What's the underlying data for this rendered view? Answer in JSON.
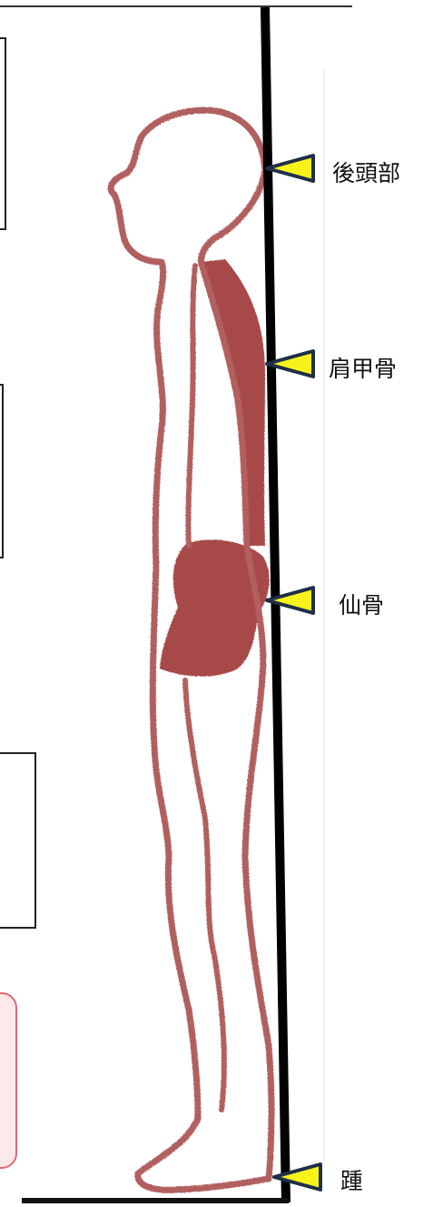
{
  "colors": {
    "background": "#ffffff",
    "body_outline": "#b15f5f",
    "body_fill": "#a84a4a",
    "wall_line": "#000000",
    "pointer_fill": "#f7f31a",
    "pointer_stroke": "#1e2f47",
    "note_box_stroke": "#222222",
    "callout_fill": "#fde8ea",
    "callout_stroke": "#e06a74"
  },
  "landmarks": [
    {
      "id": "occiput",
      "label": "後頭部"
    },
    {
      "id": "scapula",
      "label": "肩甲骨"
    },
    {
      "id": "sacrum",
      "label": "仙骨"
    },
    {
      "id": "heel",
      "label": "踵"
    }
  ]
}
